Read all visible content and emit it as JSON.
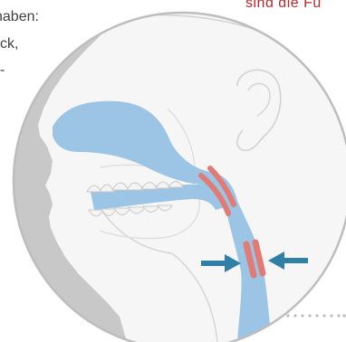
{
  "text_fragments": {
    "line1": "haben:",
    "line2": "ck,",
    "line3": "-",
    "top_red": "sind die Fu"
  },
  "colors": {
    "airway_blue": "#9cc4e4",
    "obstruction_red": "#e07b75",
    "arrow_blue": "#2f7fa6",
    "soft_tissue_gray": "#c9c9c9",
    "circle_outline": "#bbbbbb",
    "skin_line": "#d6d6d6"
  }
}
